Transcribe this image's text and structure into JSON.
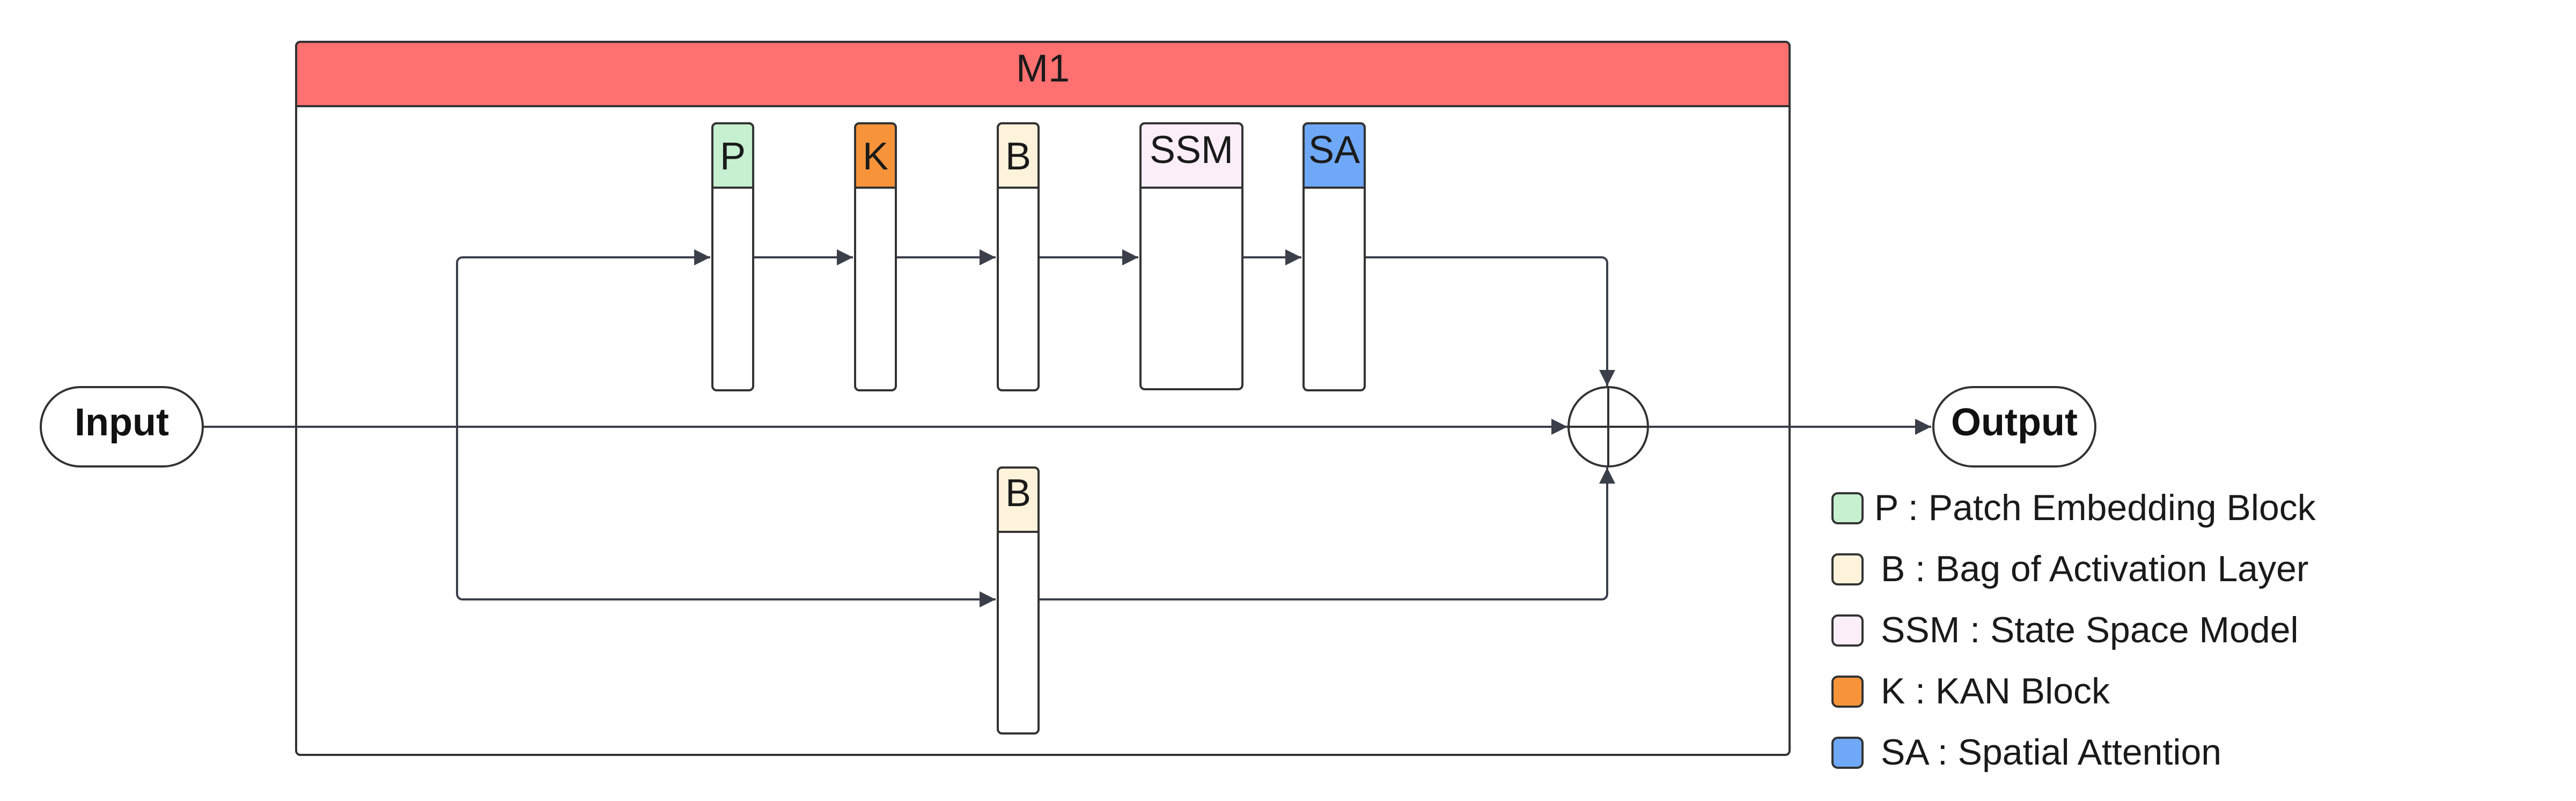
{
  "module": {
    "title": "M1",
    "header_color": "#FF7070"
  },
  "input_label": "Input",
  "output_label": "Output",
  "blocks": {
    "p": {
      "label": "P",
      "color": "#C6F0CF"
    },
    "k": {
      "label": "K",
      "color": "#F7943A"
    },
    "b": {
      "label": "B",
      "color": "#FDF3DA"
    },
    "ssm": {
      "label": "SSM",
      "color": "#FCEEF8"
    },
    "sa": {
      "label": "SA",
      "color": "#6EA8F7"
    },
    "b2": {
      "label": "B",
      "color": "#FDF3DA"
    }
  },
  "legend": [
    {
      "text": "P : Patch Embedding Block",
      "color": "#C6F0CF"
    },
    {
      "text": "B : Bag of Activation Layer",
      "color": "#FDF3DA"
    },
    {
      "text": "SSM : State Space Model",
      "color": "#FCEEF8"
    },
    {
      "text": "K : KAN Block",
      "color": "#F7943A"
    },
    {
      "text": "SA : Spatial Attention",
      "color": "#6EA8F7"
    }
  ]
}
